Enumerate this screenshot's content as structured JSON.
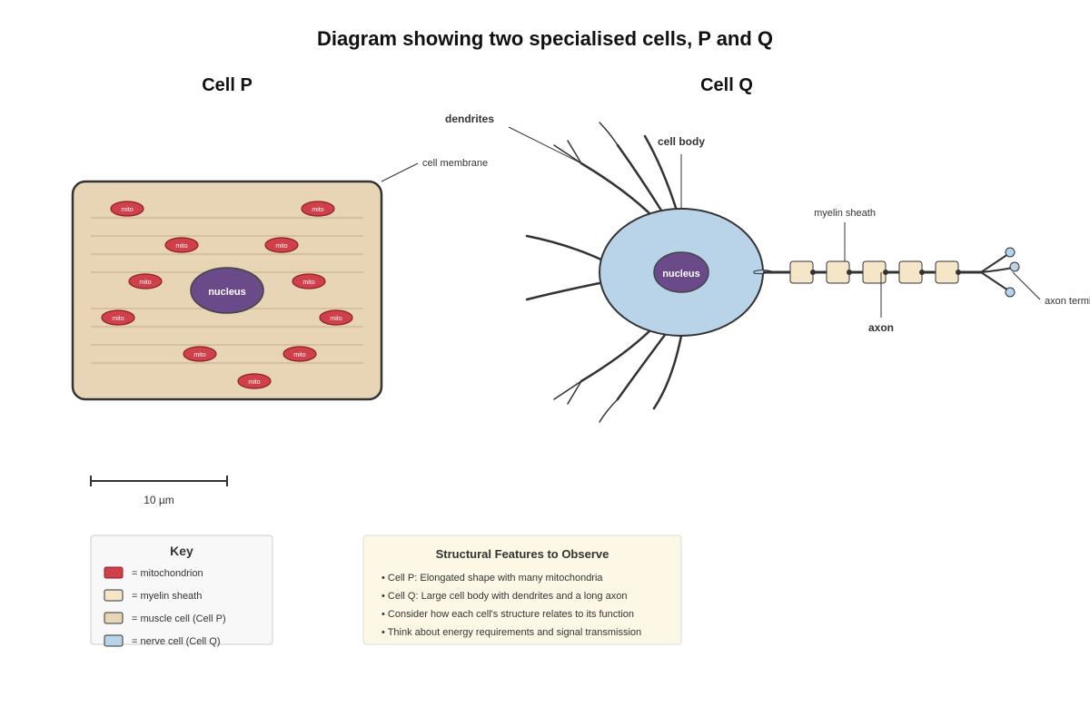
{
  "title": "Diagram showing two specialised cells, P and Q",
  "cell_p": {
    "title": "Cell P",
    "membrane_label": "cell membrane",
    "nucleus_label": "nucleus",
    "mito_label": "mito"
  },
  "cell_q": {
    "title": "Cell Q",
    "nucleus_label": "nucleus",
    "labels": {
      "dendrites": "dendrites",
      "cell_body": "cell body",
      "myelin_sheath": "myelin sheath",
      "axon": "axon",
      "axon_terminals": "axon terminals"
    }
  },
  "scale_bar": {
    "label": "10 µm"
  },
  "key": {
    "title": "Key",
    "items": [
      {
        "label": "= mitochondrion",
        "color": "#d0404a"
      },
      {
        "label": "= myelin sheath",
        "color": "#f5e6c8"
      },
      {
        "label": "= muscle cell (Cell P)",
        "color": "#e8d5b5"
      },
      {
        "label": "= nerve cell (Cell Q)",
        "color": "#b9d4e8"
      }
    ]
  },
  "features": {
    "title": "Structural Features to Observe",
    "items": [
      "• Cell P: Elongated shape with many mitochondria",
      "• Cell Q: Large cell body with dendrites and a long axon",
      "• Consider how each cell's structure relates to its function",
      "• Think about energy requirements and signal transmission"
    ]
  },
  "colors": {
    "muscle_fill": "#e8d5b5",
    "nerve_fill": "#b9d4e8",
    "nucleus_fill": "#6b4a8a",
    "mito_fill": "#d0404a",
    "myelin_fill": "#f5e6c8",
    "terminal_fill": "#b9d4e8"
  }
}
